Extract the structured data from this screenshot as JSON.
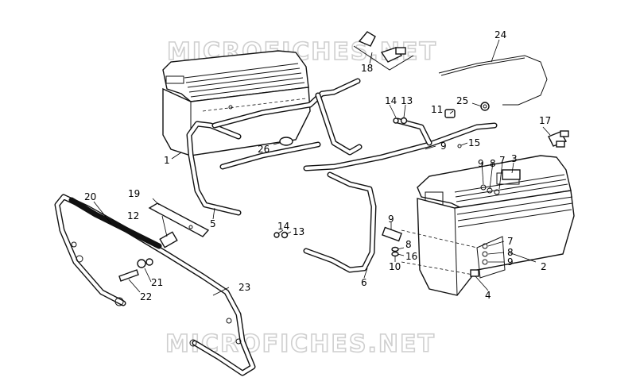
{
  "watermarks": [
    "MICROFICHES.NET",
    "MICROFICHES.NET"
  ],
  "callouts": [
    {
      "id": "c1",
      "text": "1"
    },
    {
      "id": "c2",
      "text": "2"
    },
    {
      "id": "c3",
      "text": "3"
    },
    {
      "id": "c4",
      "text": "4"
    },
    {
      "id": "c5",
      "text": "5"
    },
    {
      "id": "c6",
      "text": "6"
    },
    {
      "id": "c7a",
      "text": "7"
    },
    {
      "id": "c7b",
      "text": "7"
    },
    {
      "id": "c8a",
      "text": "8"
    },
    {
      "id": "c8b",
      "text": "8"
    },
    {
      "id": "c8c",
      "text": "8"
    },
    {
      "id": "c9a",
      "text": "9"
    },
    {
      "id": "c9b",
      "text": "9"
    },
    {
      "id": "c9c",
      "text": "9"
    },
    {
      "id": "c9d",
      "text": "9"
    },
    {
      "id": "c10",
      "text": "10"
    },
    {
      "id": "c11",
      "text": "11"
    },
    {
      "id": "c12",
      "text": "12"
    },
    {
      "id": "c13a",
      "text": "13"
    },
    {
      "id": "c13b",
      "text": "13"
    },
    {
      "id": "c14a",
      "text": "14"
    },
    {
      "id": "c14b",
      "text": "14"
    },
    {
      "id": "c15",
      "text": "15"
    },
    {
      "id": "c16",
      "text": "16"
    },
    {
      "id": "c17",
      "text": "17"
    },
    {
      "id": "c18",
      "text": "18"
    },
    {
      "id": "c19",
      "text": "19"
    },
    {
      "id": "c20",
      "text": "20"
    },
    {
      "id": "c21",
      "text": "21"
    },
    {
      "id": "c22",
      "text": "22"
    },
    {
      "id": "c23",
      "text": "23"
    },
    {
      "id": "c24",
      "text": "24"
    },
    {
      "id": "c25",
      "text": "25"
    },
    {
      "id": "c26",
      "text": "26"
    }
  ]
}
